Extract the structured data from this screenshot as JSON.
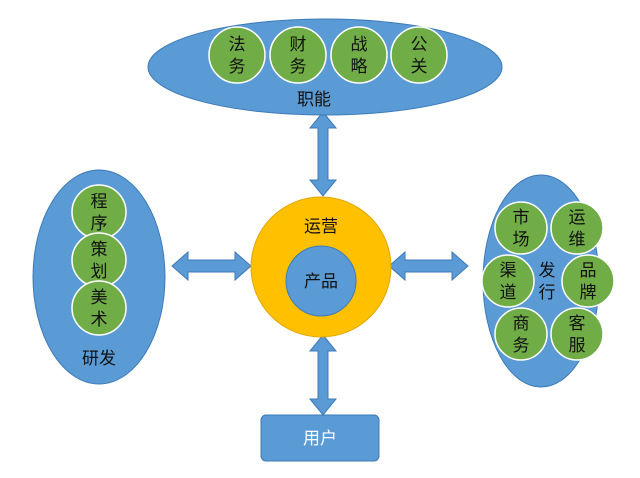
{
  "colors": {
    "blue": "#5b9bd5",
    "blue_stroke": "#3d7ab8",
    "green": "#70ad47",
    "green_stroke": "#ffffff",
    "orange": "#ffc000",
    "arrow": "#5b9bd5"
  },
  "top": {
    "label": "职能",
    "items": [
      {
        "line1": "法",
        "line2": "务"
      },
      {
        "line1": "财",
        "line2": "务"
      },
      {
        "line1": "战",
        "line2": "略"
      },
      {
        "line1": "公",
        "line2": "关"
      }
    ]
  },
  "left": {
    "label": "研发",
    "items": [
      {
        "line1": "程",
        "line2": "序"
      },
      {
        "line1": "策",
        "line2": "划"
      },
      {
        "line1": "美",
        "line2": "术"
      }
    ]
  },
  "right": {
    "label_line1": "发",
    "label_line2": "行",
    "items": [
      {
        "line1": "市",
        "line2": "场"
      },
      {
        "line1": "运",
        "line2": "维"
      },
      {
        "line1": "渠",
        "line2": "道"
      },
      {
        "line1": "品",
        "line2": "牌"
      },
      {
        "line1": "商",
        "line2": "务"
      },
      {
        "line1": "客",
        "line2": "服"
      }
    ]
  },
  "center": {
    "outer_label": "运营",
    "inner_label": "产品"
  },
  "bottom": {
    "label": "用户"
  }
}
